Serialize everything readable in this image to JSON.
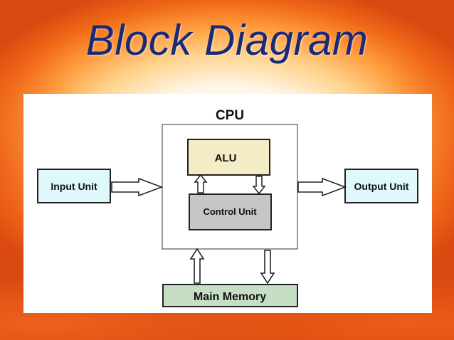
{
  "title": "Block Diagram",
  "diagram": {
    "cpu_label": "CPU",
    "alu_label": "ALU",
    "control_unit_label": "Control Unit",
    "input_unit_label": "Input Unit",
    "output_unit_label": "Output Unit",
    "main_memory_label": "Main Memory"
  },
  "colors": {
    "title": "#1a2a78",
    "input_output_fill": "#dff8fb",
    "alu_fill": "#f4ecc4",
    "control_unit_fill": "#c6c6c6",
    "main_memory_fill": "#c6dec4"
  }
}
